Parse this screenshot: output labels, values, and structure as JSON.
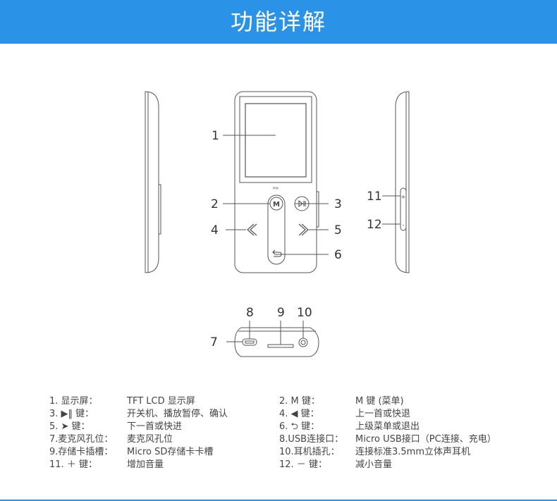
{
  "header": {
    "title": "功能详解"
  },
  "callouts": {
    "c1": "1",
    "c2": "2",
    "c3": "3",
    "c4": "4",
    "c5": "5",
    "c6": "6",
    "c7": "7",
    "c8": "8",
    "c9": "9",
    "c10": "10",
    "c11": "11",
    "c12": "12"
  },
  "device": {
    "logo": "aigo",
    "m_button": "M",
    "right_plus": "+",
    "right_minus": "-"
  },
  "legend": {
    "left": [
      {
        "key": "1. 显示屏：",
        "desc": "TFT LCD 显示屏"
      },
      {
        "key": "3.  ▶‖  键：",
        "desc": "开关机、播放暂停、确认"
      },
      {
        "key": "5.  ➤  键：",
        "desc": "下一首或快进"
      },
      {
        "key": "7.麦克风孔位：",
        "desc": "麦克风孔位"
      },
      {
        "key": "9.存储卡插槽：",
        "desc": "Micro SD存储卡卡槽"
      },
      {
        "key": "11. ＋ 键：",
        "desc": "增加音量"
      }
    ],
    "right": [
      {
        "key": "2.  M   键：",
        "desc": "M 键 (菜单)"
      },
      {
        "key": "4.  ◀   键：",
        "desc": "上一首或快退"
      },
      {
        "key": "6.  ⮌   键：",
        "desc": "上级菜单或退出"
      },
      {
        "key": "8.USB连接口：",
        "desc": "Micro USB接口（PC连接、充电）"
      },
      {
        "key": "10.耳机插孔：",
        "desc": "连接标准3.5mm立体声耳机"
      },
      {
        "key": "12. － 键：",
        "desc": "减小音量"
      }
    ]
  }
}
